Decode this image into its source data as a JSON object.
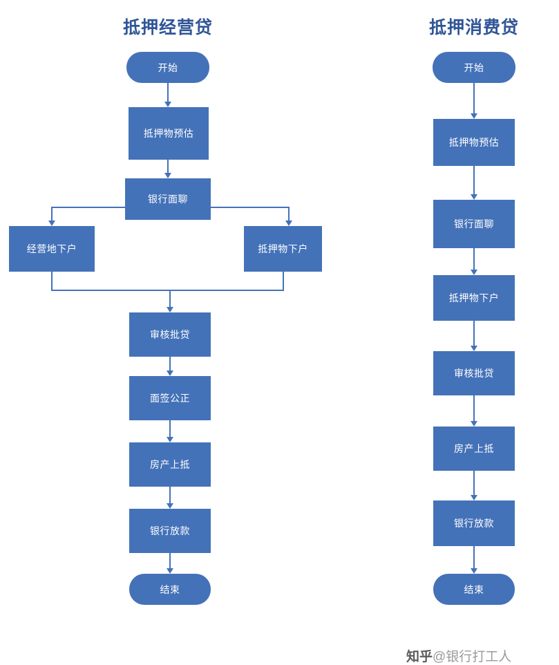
{
  "diagram": {
    "type": "flowchart",
    "columns": [
      {
        "id": "mortgage-business-loan",
        "title": "抵押经营贷",
        "nodes": [
          {
            "id": "start",
            "label": "开始",
            "shape": "rounded"
          },
          {
            "id": "collateral-appraisal",
            "label": "抵押物预估",
            "shape": "rect"
          },
          {
            "id": "bank-interview",
            "label": "银行面聊",
            "shape": "rect"
          },
          {
            "id": "business-site-visit",
            "label": "经营地下户",
            "shape": "rect"
          },
          {
            "id": "collateral-site-visit",
            "label": "抵押物下户",
            "shape": "rect"
          },
          {
            "id": "approval",
            "label": "审核批贷",
            "shape": "rect"
          },
          {
            "id": "face-signing-notarization",
            "label": "面签公正",
            "shape": "rect"
          },
          {
            "id": "property-mortgage-registration",
            "label": "房产上抵",
            "shape": "rect"
          },
          {
            "id": "bank-disbursement",
            "label": "银行放款",
            "shape": "rect"
          },
          {
            "id": "end",
            "label": "结束",
            "shape": "rounded"
          }
        ]
      },
      {
        "id": "mortgage-consumer-loan",
        "title": "抵押消费贷",
        "nodes": [
          {
            "id": "start",
            "label": "开始",
            "shape": "rounded"
          },
          {
            "id": "collateral-appraisal",
            "label": "抵押物预估",
            "shape": "rect"
          },
          {
            "id": "bank-interview",
            "label": "银行面聊",
            "shape": "rect"
          },
          {
            "id": "collateral-site-visit",
            "label": "抵押物下户",
            "shape": "rect"
          },
          {
            "id": "approval",
            "label": "审核批贷",
            "shape": "rect"
          },
          {
            "id": "property-mortgage-registration",
            "label": "房产上抵",
            "shape": "rect"
          },
          {
            "id": "bank-disbursement",
            "label": "银行放款",
            "shape": "rect"
          },
          {
            "id": "end",
            "label": "结束",
            "shape": "rounded"
          }
        ]
      }
    ],
    "colors": {
      "node_fill": "#4472b8",
      "node_text": "#ffffff",
      "title_text": "#2f5597",
      "connector": "#4472b8",
      "background": "#ffffff"
    }
  },
  "watermark": {
    "platform": "知乎",
    "author": "@银行打工人"
  }
}
